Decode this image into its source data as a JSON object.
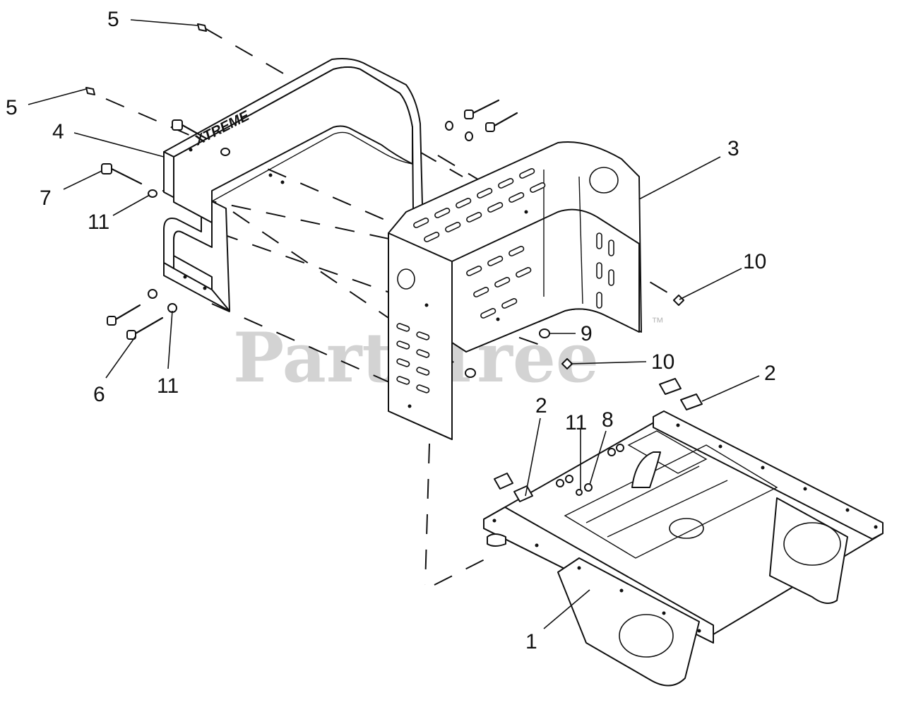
{
  "watermark": {
    "text": "PartsTree",
    "trademark": "™"
  },
  "brand_decal": "XTREME",
  "callouts": [
    {
      "id": "c5a",
      "label": "5"
    },
    {
      "id": "c5b",
      "label": "5"
    },
    {
      "id": "c4",
      "label": "4"
    },
    {
      "id": "c7",
      "label": "7"
    },
    {
      "id": "c11a",
      "label": "11"
    },
    {
      "id": "c3",
      "label": "3"
    },
    {
      "id": "c10a",
      "label": "10"
    },
    {
      "id": "c9",
      "label": "9"
    },
    {
      "id": "c10b",
      "label": "10"
    },
    {
      "id": "c2a",
      "label": "2"
    },
    {
      "id": "c2b",
      "label": "2"
    },
    {
      "id": "c11b",
      "label": "11"
    },
    {
      "id": "c8",
      "label": "8"
    },
    {
      "id": "c6",
      "label": "6"
    },
    {
      "id": "c11c",
      "label": "11"
    },
    {
      "id": "c1",
      "label": "1"
    }
  ]
}
